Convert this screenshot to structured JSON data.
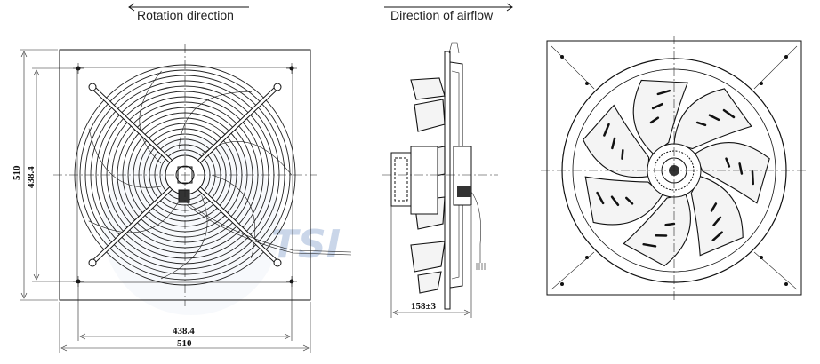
{
  "captions": {
    "rotation": "Rotation direction",
    "airflow": "Direction of airflow"
  },
  "dimensions": {
    "front_height_total": "510",
    "front_height_inner": "438.4",
    "front_width_inner": "438.4",
    "front_width_total": "510",
    "side_depth": "158±3"
  },
  "watermark": {
    "text": "TSI"
  },
  "colors": {
    "line": "#111111",
    "watermark": "#9fb6d8",
    "background": "#ffffff"
  },
  "views": [
    "front-view-grille",
    "side-view",
    "rear-view-impeller"
  ]
}
